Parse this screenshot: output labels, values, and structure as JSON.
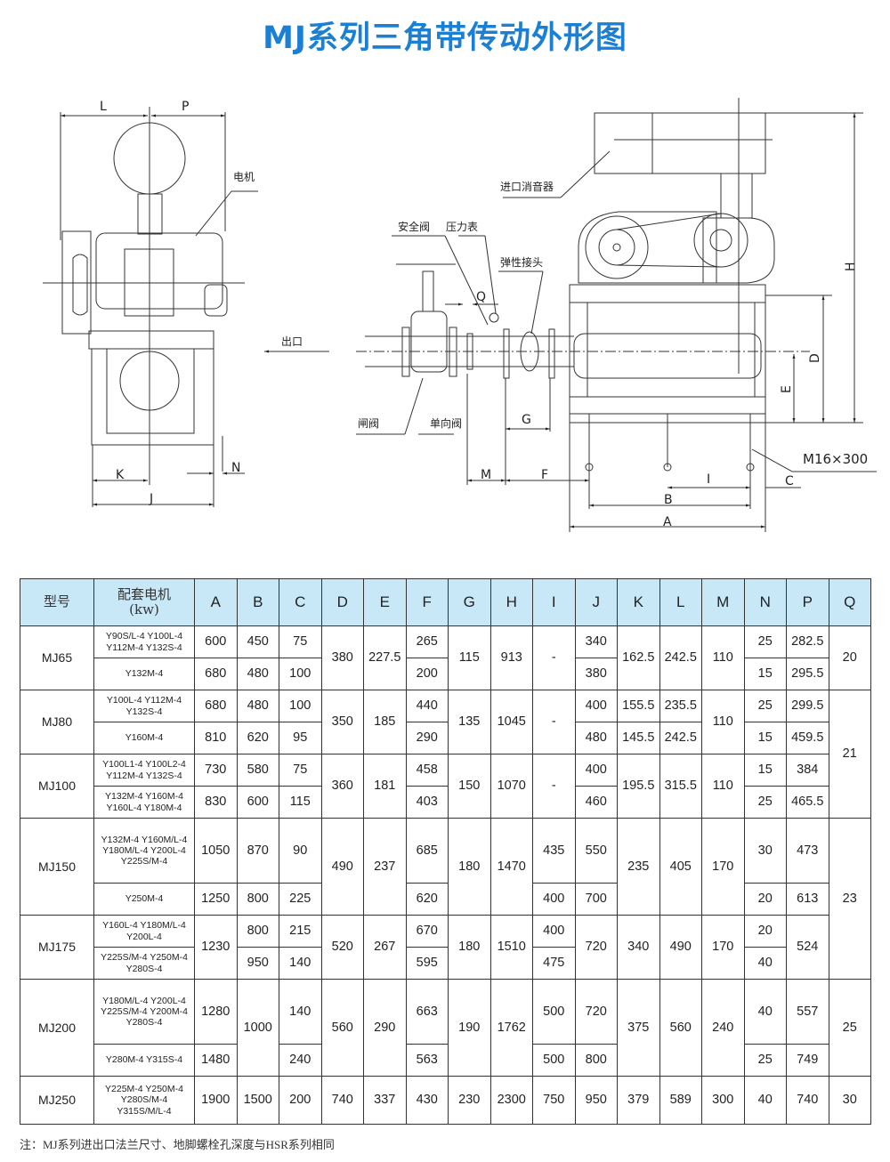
{
  "title": "MJ系列三角带传动外形图",
  "drawing": {
    "labels": {
      "L": "L",
      "P": "P",
      "motor": "电机",
      "outlet": "出口",
      "K": "K",
      "J": "J",
      "N": "N",
      "inlet_silencer": "进口消音器",
      "safety_valve": "安全阀",
      "pressure_gauge": "压力表",
      "flex_joint": "弹性接头",
      "Q": "Q",
      "gate_valve": "闸阀",
      "check_valve": "单向阀",
      "G": "G",
      "M": "M",
      "F": "F",
      "H": "H",
      "D": "D",
      "E": "E",
      "bolt": "M16×300",
      "C": "C",
      "I": "I",
      "B": "B",
      "A": "A"
    }
  },
  "table": {
    "headers": [
      "型号",
      "配套电机",
      "A",
      "B",
      "C",
      "D",
      "E",
      "F",
      "G",
      "H",
      "I",
      "J",
      "K",
      "L",
      "M",
      "N",
      "P",
      "Q"
    ],
    "motor_unit": "(kw)",
    "rows": [
      [
        {
          "t": "MJ65",
          "rs": 2
        },
        {
          "t": "Y90S/L-4  Y100L-4 Y112M-4  Y132S-4"
        },
        {
          "t": "600"
        },
        {
          "t": "450"
        },
        {
          "t": "75"
        },
        {
          "t": "380",
          "rs": 2
        },
        {
          "t": "227.5",
          "rs": 2
        },
        {
          "t": "265"
        },
        {
          "t": "115",
          "rs": 2
        },
        {
          "t": "913",
          "rs": 2
        },
        {
          "t": "-",
          "rs": 2
        },
        {
          "t": "340"
        },
        {
          "t": "162.5",
          "rs": 2
        },
        {
          "t": "242.5",
          "rs": 2
        },
        {
          "t": "110",
          "rs": 2
        },
        {
          "t": "25"
        },
        {
          "t": "282.5"
        },
        {
          "t": "20",
          "rs": 2
        }
      ],
      [
        {
          "t": "Y132M-4"
        },
        {
          "t": "680"
        },
        {
          "t": "480"
        },
        {
          "t": "100"
        },
        {
          "t": "200"
        },
        {
          "t": "380"
        },
        {
          "t": "15"
        },
        {
          "t": "295.5"
        }
      ],
      [
        {
          "t": "MJ80",
          "rs": 2
        },
        {
          "t": "Y100L-4  Y112M-4 Y132S-4"
        },
        {
          "t": "680"
        },
        {
          "t": "480"
        },
        {
          "t": "100"
        },
        {
          "t": "350",
          "rs": 2
        },
        {
          "t": "185",
          "rs": 2
        },
        {
          "t": "440"
        },
        {
          "t": "135",
          "rs": 2
        },
        {
          "t": "1045",
          "rs": 2
        },
        {
          "t": "-",
          "rs": 2
        },
        {
          "t": "400"
        },
        {
          "t": "155.5"
        },
        {
          "t": "235.5"
        },
        {
          "t": "110",
          "rs": 2
        },
        {
          "t": "25"
        },
        {
          "t": "299.5"
        },
        {
          "t": "21",
          "rs": 4
        }
      ],
      [
        {
          "t": "Y160M-4"
        },
        {
          "t": "810"
        },
        {
          "t": "620"
        },
        {
          "t": "95"
        },
        {
          "t": "290"
        },
        {
          "t": "480"
        },
        {
          "t": "145.5"
        },
        {
          "t": "242.5"
        },
        {
          "t": "15"
        },
        {
          "t": "459.5"
        }
      ],
      [
        {
          "t": "MJ100",
          "rs": 2
        },
        {
          "t": "Y100L1-4  Y100L2-4 Y112M-4  Y132S-4"
        },
        {
          "t": "730"
        },
        {
          "t": "580"
        },
        {
          "t": "75"
        },
        {
          "t": "360",
          "rs": 2
        },
        {
          "t": "181",
          "rs": 2
        },
        {
          "t": "458"
        },
        {
          "t": "150",
          "rs": 2
        },
        {
          "t": "1070",
          "rs": 2
        },
        {
          "t": "-",
          "rs": 2
        },
        {
          "t": "400"
        },
        {
          "t": "195.5",
          "rs": 2
        },
        {
          "t": "315.5",
          "rs": 2
        },
        {
          "t": "110",
          "rs": 2
        },
        {
          "t": "15"
        },
        {
          "t": "384"
        }
      ],
      [
        {
          "t": "Y132M-4  Y160M-4 Y160L-4  Y180M-4"
        },
        {
          "t": "830"
        },
        {
          "t": "600"
        },
        {
          "t": "115"
        },
        {
          "t": "403"
        },
        {
          "t": "460"
        },
        {
          "t": "25"
        },
        {
          "t": "465.5"
        }
      ],
      [
        {
          "t": "MJ150",
          "rs": 2
        },
        {
          "t": "Y132M-4  Y160M/L-4 Y180M/L-4  Y200L-4 Y225S/M-4"
        },
        {
          "t": "1050"
        },
        {
          "t": "870"
        },
        {
          "t": "90"
        },
        {
          "t": "490",
          "rs": 2
        },
        {
          "t": "237",
          "rs": 2
        },
        {
          "t": "685"
        },
        {
          "t": "180",
          "rs": 2
        },
        {
          "t": "1470",
          "rs": 2
        },
        {
          "t": "435"
        },
        {
          "t": "550"
        },
        {
          "t": "235",
          "rs": 2
        },
        {
          "t": "405",
          "rs": 2
        },
        {
          "t": "170",
          "rs": 2
        },
        {
          "t": "30"
        },
        {
          "t": "473"
        },
        {
          "t": "23",
          "rs": 4
        }
      ],
      [
        {
          "t": "Y250M-4"
        },
        {
          "t": "1250"
        },
        {
          "t": "800"
        },
        {
          "t": "225"
        },
        {
          "t": "620"
        },
        {
          "t": "400"
        },
        {
          "t": "700"
        },
        {
          "t": "20"
        },
        {
          "t": "613"
        }
      ],
      [
        {
          "t": "MJ175",
          "rs": 2
        },
        {
          "t": "Y160L-4  Y180M/L-4 Y200L-4"
        },
        {
          "t": "1230",
          "rs": 2
        },
        {
          "t": "800"
        },
        {
          "t": "215"
        },
        {
          "t": "520",
          "rs": 2
        },
        {
          "t": "267",
          "rs": 2
        },
        {
          "t": "670"
        },
        {
          "t": "180",
          "rs": 2
        },
        {
          "t": "1510",
          "rs": 2
        },
        {
          "t": "400"
        },
        {
          "t": "720",
          "rs": 2
        },
        {
          "t": "340",
          "rs": 2
        },
        {
          "t": "490",
          "rs": 2
        },
        {
          "t": "170",
          "rs": 2
        },
        {
          "t": "20"
        },
        {
          "t": "524",
          "rs": 2
        }
      ],
      [
        {
          "t": "Y225S/M-4  Y250M-4 Y280S-4"
        },
        {
          "t": "950"
        },
        {
          "t": "140"
        },
        {
          "t": "595"
        },
        {
          "t": "475"
        },
        {
          "t": "40"
        }
      ],
      [
        {
          "t": "MJ200",
          "rs": 2
        },
        {
          "t": "Y180M/L-4  Y200L-4 Y225S/M-4  Y200M-4 Y280S-4"
        },
        {
          "t": "1280"
        },
        {
          "t": "1000",
          "rs": 2
        },
        {
          "t": "140"
        },
        {
          "t": "560",
          "rs": 2
        },
        {
          "t": "290",
          "rs": 2
        },
        {
          "t": "663"
        },
        {
          "t": "190",
          "rs": 2
        },
        {
          "t": "1762",
          "rs": 2
        },
        {
          "t": "500"
        },
        {
          "t": "720"
        },
        {
          "t": "375",
          "rs": 2
        },
        {
          "t": "560",
          "rs": 2
        },
        {
          "t": "240",
          "rs": 2
        },
        {
          "t": "40"
        },
        {
          "t": "557"
        },
        {
          "t": "25",
          "rs": 2
        }
      ],
      [
        {
          "t": "Y280M-4  Y315S-4"
        },
        {
          "t": "1480"
        },
        {
          "t": "240"
        },
        {
          "t": "563"
        },
        {
          "t": "500"
        },
        {
          "t": "800"
        },
        {
          "t": "25"
        },
        {
          "t": "749"
        }
      ],
      [
        {
          "t": "MJ250"
        },
        {
          "t": "Y225M-4  Y250M-4 Y280S/M-4 Y315S/M/L-4"
        },
        {
          "t": "1900"
        },
        {
          "t": "1500"
        },
        {
          "t": "200"
        },
        {
          "t": "740"
        },
        {
          "t": "337"
        },
        {
          "t": "430"
        },
        {
          "t": "230"
        },
        {
          "t": "2300"
        },
        {
          "t": "750"
        },
        {
          "t": "950"
        },
        {
          "t": "379"
        },
        {
          "t": "589"
        },
        {
          "t": "300"
        },
        {
          "t": "40"
        },
        {
          "t": "740"
        },
        {
          "t": "30"
        }
      ]
    ]
  },
  "note": "注：MJ系列进出口法兰尺寸、地脚螺栓孔深度与HSR系列相同"
}
